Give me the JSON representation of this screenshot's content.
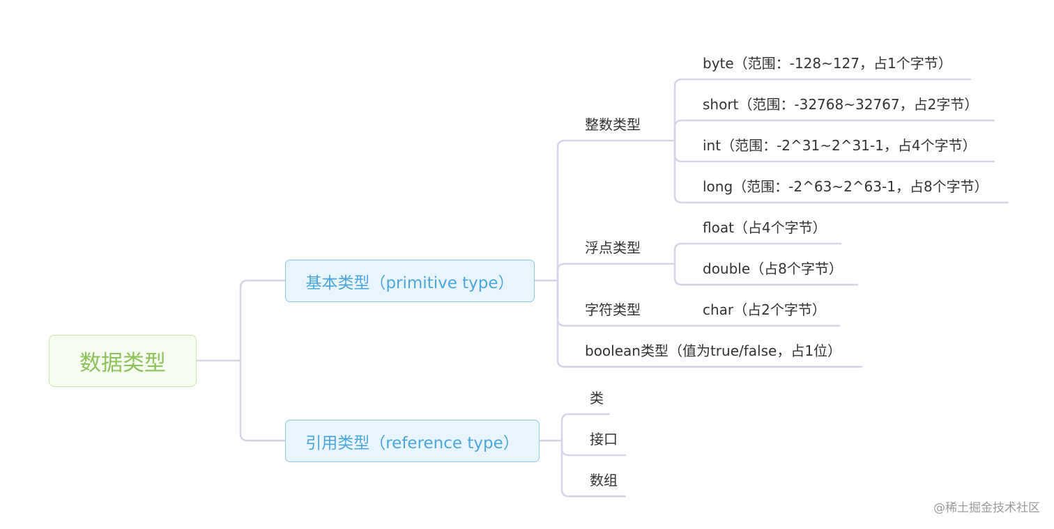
{
  "root": {
    "label": "数据类型"
  },
  "primitive": {
    "label": "基本类型（primitive type）",
    "integer": {
      "label": "整数类型",
      "items": [
        "byte（范围：-128~127，占1个字节）",
        "short（范围：-32768~32767，占2字节）",
        "int（范围：-2^31~2^31-1，占4个字节）",
        "long（范围：-2^63~2^63-1，占8个字节）"
      ]
    },
    "float": {
      "label": "浮点类型",
      "items": [
        "float（占4个字节）",
        "double（占8个字节）"
      ]
    },
    "char": {
      "label": "字符类型",
      "items": [
        "char（占2个字节）"
      ]
    },
    "boolean": {
      "label": "boolean类型（值为true/false，占1位）"
    }
  },
  "reference": {
    "label": "引用类型（reference type）",
    "items": [
      "类",
      "接口",
      "数组"
    ]
  },
  "watermark": "@稀土掘金技术社区",
  "colors": {
    "connector": "#d6d2e8",
    "root_fill": "#f6fcef",
    "root_border": "#c9e6a8",
    "root_text": "#8dc25a",
    "category_fill": "#e9f5fd",
    "category_border": "#8ccaee",
    "category_text": "#4aa6dc"
  }
}
